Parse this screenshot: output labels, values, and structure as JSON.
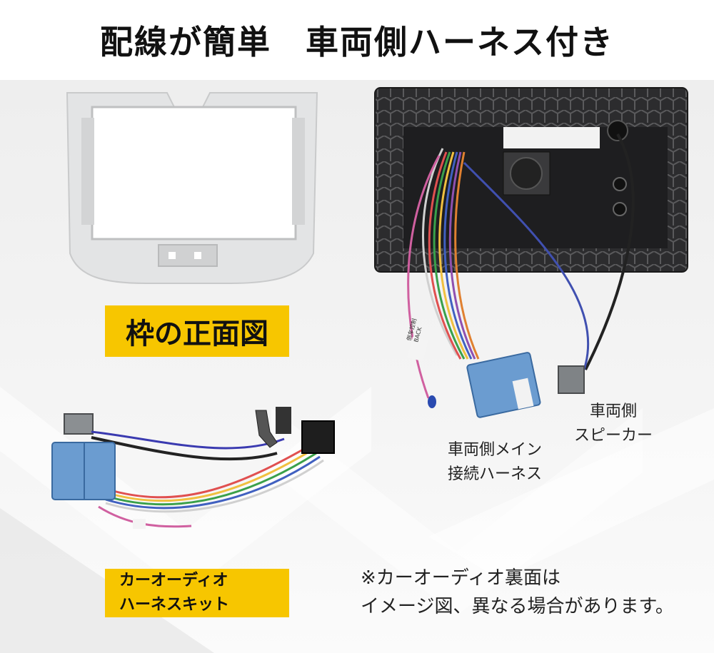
{
  "header": {
    "title": "配線が簡単　車両側ハーネス付き"
  },
  "labels": {
    "frame_front": "枠の正面図",
    "kit_line1": "カーオーディオ",
    "kit_line2": "ハーネスキット",
    "speaker_line1": "車両側",
    "speaker_line2": "スピーカー",
    "main_line1": "車両側メイン",
    "main_line2": "接続ハーネス",
    "note_line1": "※カーオーディオ裏面は",
    "note_line2": "イメージ図、異なる場合があります。"
  },
  "tags": {
    "cable_tag_line1": "倒车控制",
    "cable_tag_line2": "BACK"
  },
  "colors": {
    "accent_yellow": "#f7c600",
    "connector_blue": "#6b9cd0",
    "frame_white": "#e8e9ea",
    "unit_dark": "#2a2a2c"
  }
}
